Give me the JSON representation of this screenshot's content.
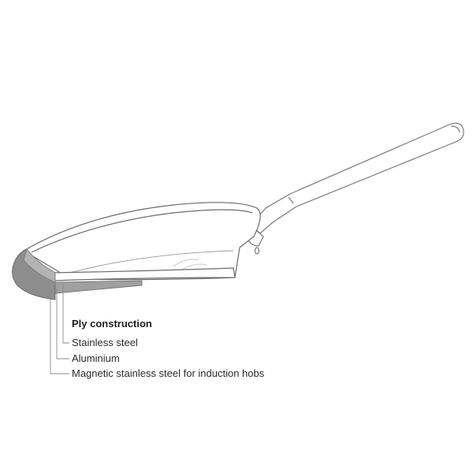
{
  "diagram": {
    "title": "Ply construction",
    "layers": [
      {
        "label": "Stainless steel"
      },
      {
        "label": "Aluminium"
      },
      {
        "label": "Magnetic stainless steel for induction hobs"
      }
    ]
  },
  "colors": {
    "outline": "#6b6b6b",
    "handle_stroke": "#7a7a7a",
    "section_outer": "#8d8d8d",
    "section_inner": "#b3b3b3",
    "leader": "#8a8a8a"
  }
}
